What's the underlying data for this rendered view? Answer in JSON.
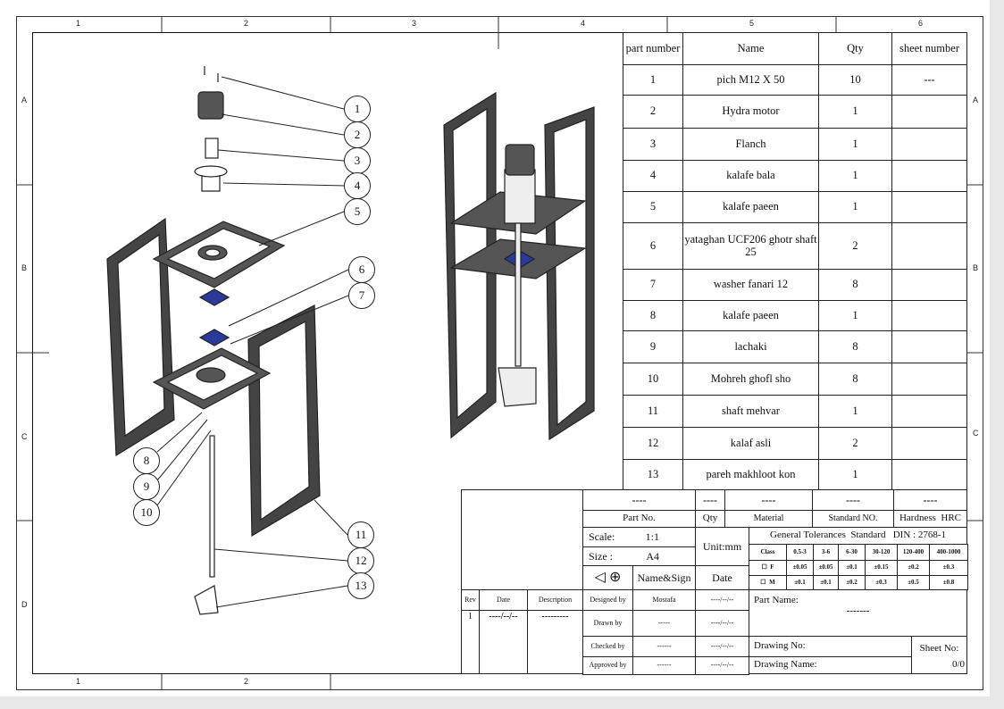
{
  "zones": {
    "cols": [
      "1",
      "2",
      "3",
      "4",
      "5",
      "6"
    ],
    "bottom_cols": [
      "1",
      "2"
    ],
    "rows": [
      "A",
      "B",
      "C",
      "D"
    ]
  },
  "bom": {
    "headers": [
      "part number",
      "Name",
      "Qty",
      "sheet number"
    ],
    "rows": [
      {
        "no": "1",
        "name": "pich M12 X 50",
        "qty": "10",
        "sheet": "---"
      },
      {
        "no": "2",
        "name": "Hydra motor",
        "qty": "1",
        "sheet": ""
      },
      {
        "no": "3",
        "name": "Flanch",
        "qty": "1",
        "sheet": ""
      },
      {
        "no": "4",
        "name": "kalafe bala",
        "qty": "1",
        "sheet": ""
      },
      {
        "no": "5",
        "name": "kalafe paeen",
        "qty": "1",
        "sheet": ""
      },
      {
        "no": "6",
        "name": "yataghan UCF206 ghotr shaft 25",
        "qty": "2",
        "sheet": ""
      },
      {
        "no": "7",
        "name": "washer fanari 12",
        "qty": "8",
        "sheet": ""
      },
      {
        "no": "8",
        "name": "kalafe paeen",
        "qty": "1",
        "sheet": ""
      },
      {
        "no": "9",
        "name": "lachaki",
        "qty": "8",
        "sheet": ""
      },
      {
        "no": "10",
        "name": "Mohreh ghofl sho",
        "qty": "8",
        "sheet": ""
      },
      {
        "no": "11",
        "name": "shaft mehvar",
        "qty": "1",
        "sheet": ""
      },
      {
        "no": "12",
        "name": "kalaf asli",
        "qty": "2",
        "sheet": ""
      },
      {
        "no": "13",
        "name": "pareh makhloot kon",
        "qty": "1",
        "sheet": ""
      }
    ]
  },
  "balloons": [
    "1",
    "2",
    "3",
    "4",
    "5",
    "6",
    "7",
    "8",
    "9",
    "10",
    "11",
    "12",
    "13"
  ],
  "title_block": {
    "top_values": {
      "part_no": "----",
      "qty": "----",
      "material": "----",
      "standard": "----",
      "hardness": "----"
    },
    "labels": {
      "part_no": "Part No.",
      "qty": "Qty",
      "material": "Material",
      "standard": "Standard NO.",
      "hardness": "Hardness  HRC"
    },
    "scale_label": "Scale:",
    "scale": "1:1",
    "size_label": "Size :",
    "size": "A4",
    "unit": "Unit:mm",
    "name_sign": "Name&Sign",
    "date": "Date",
    "tolerance_title": "General Tolerances  Standard   DIN : 2768-1",
    "tol_header": [
      "Class",
      "0.5-3",
      "3-6",
      "6-30",
      "30-120",
      "120-400",
      "400-1000"
    ],
    "tol_f": [
      "☐  F",
      "±0.05",
      "±0.05",
      "±0.1",
      "±0.15",
      "±0.2",
      "±0.3"
    ],
    "tol_m": [
      "☐  M",
      "±0.1",
      "±0.1",
      "±0.2",
      "±0.3",
      "±0.5",
      "±0.8"
    ],
    "rev_headers": [
      "Rev",
      "Date",
      "Description"
    ],
    "rev_row": [
      "1",
      "----/--/--",
      "---------"
    ],
    "people": [
      {
        "role": "Designed by",
        "name": "Mostafa",
        "date": "----/--/--"
      },
      {
        "role": "Drawn by",
        "name": "-----",
        "date": "----/--/--"
      },
      {
        "role": "Checked by",
        "name": "------",
        "date": "----/--/--"
      },
      {
        "role": "Approved by",
        "name": "------",
        "date": "----/--/--"
      }
    ],
    "part_name_label": "Part Name:",
    "part_name": "-------",
    "drawing_no_label": "Drawing  No:",
    "drawing_name_label": "Drawing Name:",
    "sheet_no_label": "Sheet No:",
    "sheet_no": "0/0"
  }
}
